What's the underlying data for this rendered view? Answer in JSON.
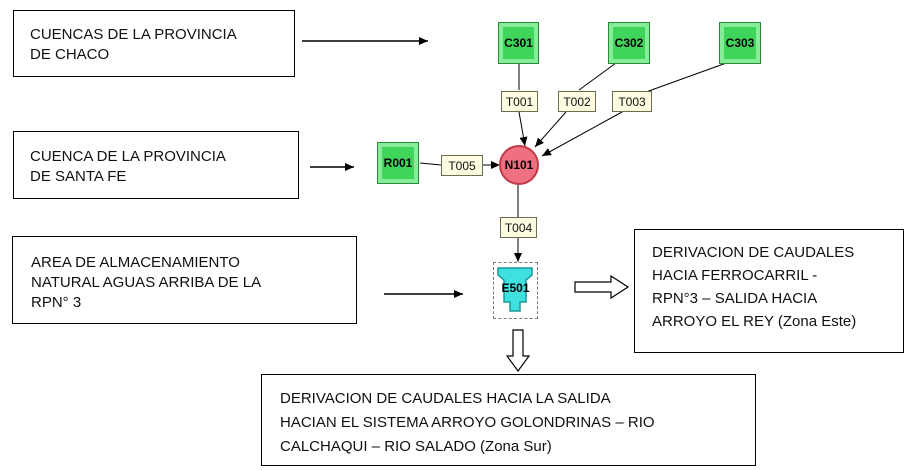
{
  "boxes": {
    "chaco": {
      "lines": [
        "CUENCAS DE LA PROVINCIA",
        "DE CHACO"
      ]
    },
    "santa_fe": {
      "lines": [
        "CUENCA DE LA PROVINCIA",
        "DE SANTA FE"
      ]
    },
    "storage": {
      "lines": [
        "AREA DE ALMACENAMIENTO",
        "NATURAL AGUAS ARRIBA DE LA",
        "RPN° 3"
      ]
    },
    "ferrocarril": {
      "lines": [
        "DERIVACION DE CAUDALES",
        "HACIA FERROCARRIL -",
        "RPN°3 – SALIDA HACIA",
        "ARROYO EL REY (Zona Este)"
      ]
    },
    "golondrinas": {
      "lines": [
        "DERIVACION DE CAUDALES HACIA LA SALIDA",
        "HACIAN EL SISTEMA ARROYO GOLONDRINAS – RIO",
        "CALCHAQUI – RIO SALADO (Zona Sur)"
      ]
    }
  },
  "nodes": {
    "c301": "C301",
    "c302": "C302",
    "c303": "C303",
    "r001": "R001",
    "n101": "N101",
    "e501": "E501"
  },
  "links": {
    "t001": "T001",
    "t002": "T002",
    "t003": "T003",
    "t004": "T004",
    "t005": "T005"
  },
  "colors": {
    "subbasin": "#3fd45a",
    "junction": "#ef7080",
    "storage": "#3fe0e0",
    "link": "#fdfbe0"
  }
}
